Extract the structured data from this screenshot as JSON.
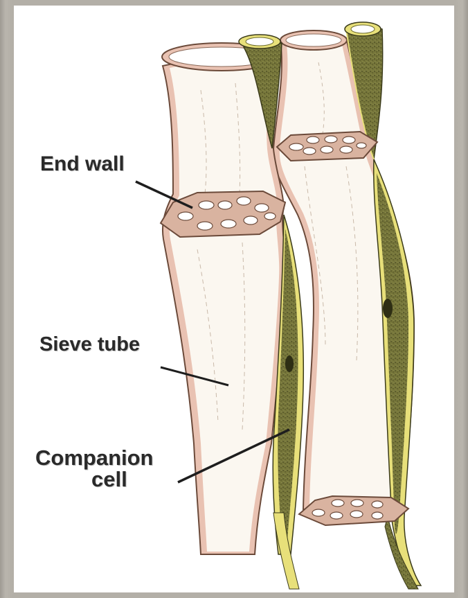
{
  "labels": {
    "end_wall": "End wall",
    "sieve_tube": "Sieve tube",
    "companion_cell_line1": "Companion",
    "companion_cell_line2": "cell"
  },
  "colors": {
    "background_frame": "#b3afa7",
    "panel": "#ffffff",
    "cell_outline": "#6b4a3a",
    "cell_wall_pink": "#e9c2b2",
    "cell_lumen": "#fbf7f0",
    "end_wall_plate": "#d9b3a0",
    "companion_cell_fill": "#7a7a3a",
    "companion_cell_rim": "#e8e07a",
    "label_text": "#2a2a2a"
  }
}
